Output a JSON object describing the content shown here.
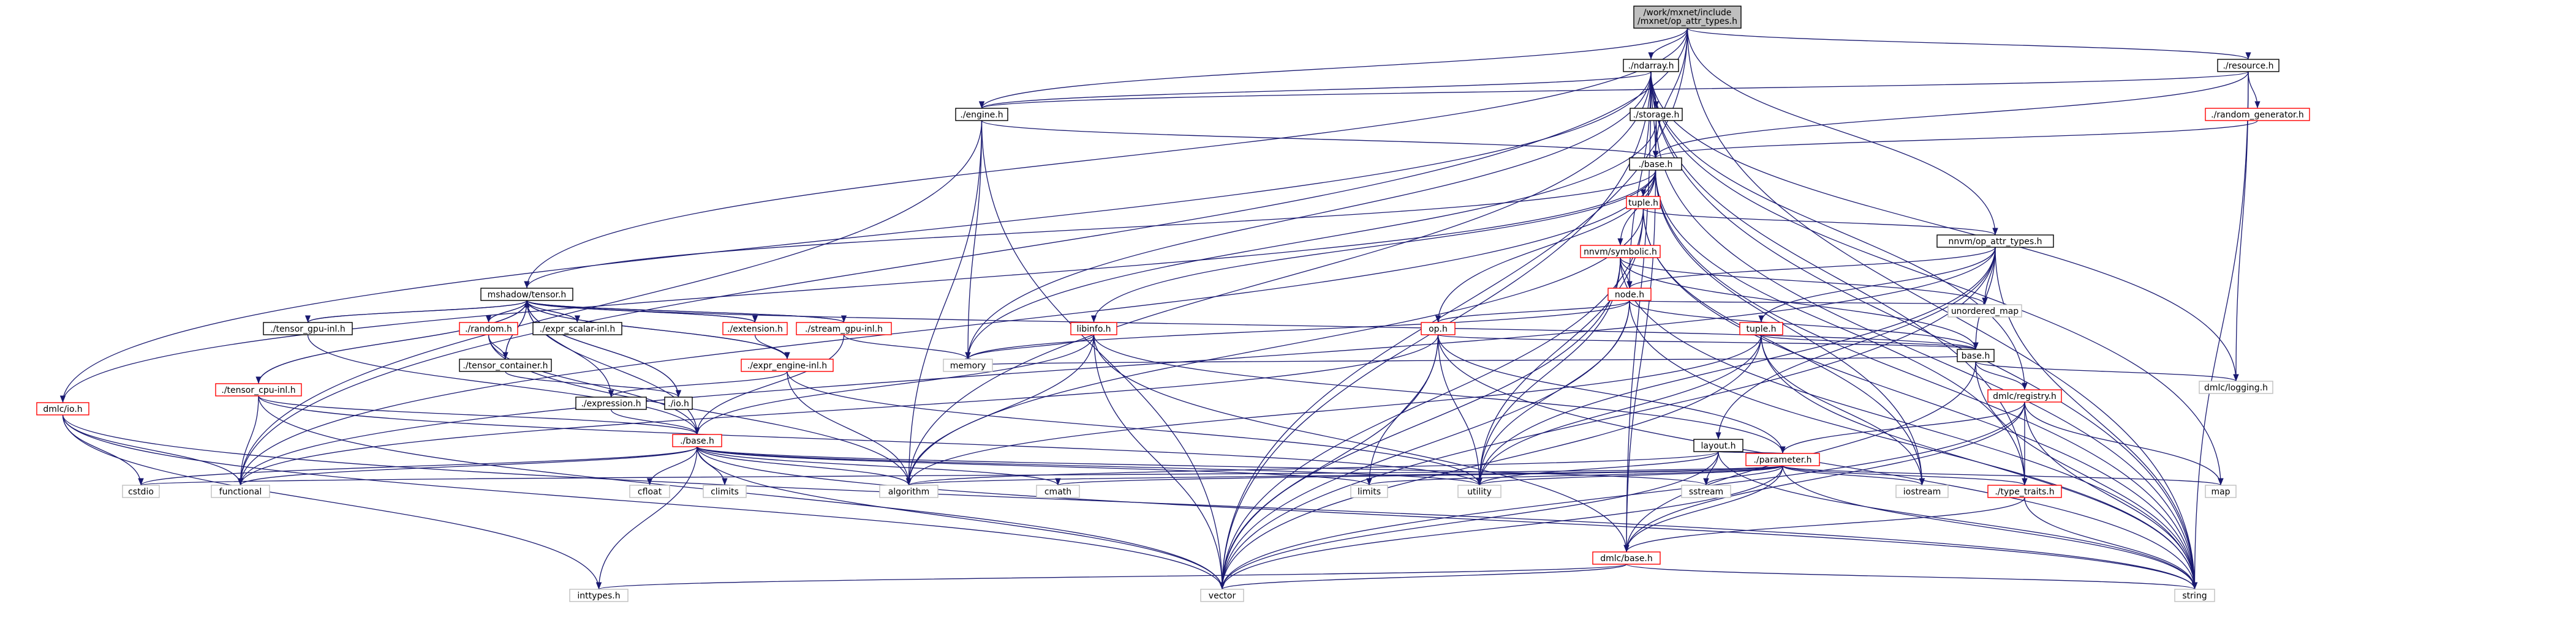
{
  "colors": {
    "edge": "#191970",
    "node_border_default": "#000000",
    "node_border_red": "#ff0000",
    "node_border_gray": "#bfbfbf",
    "root_fill": "#bfbfbf",
    "text": "#000000"
  },
  "nodes": [
    {
      "id": "root",
      "label": "/work/mxnet/include/mxnet/op_attr_types.h",
      "style": "root"
    },
    {
      "id": "ndarray",
      "label": "./ndarray.h",
      "style": "black"
    },
    {
      "id": "resource",
      "label": "./resource.h",
      "style": "black"
    },
    {
      "id": "engine",
      "label": "./engine.h",
      "style": "black"
    },
    {
      "id": "storage",
      "label": "./storage.h",
      "style": "black"
    },
    {
      "id": "random_generator",
      "label": "./random_generator.h",
      "style": "red"
    },
    {
      "id": "base_mx",
      "label": "./base.h",
      "style": "black"
    },
    {
      "id": "tuple_a",
      "label": "tuple.h",
      "style": "red"
    },
    {
      "id": "nnvm_symbolic",
      "label": "nnvm/symbolic.h",
      "style": "red"
    },
    {
      "id": "nnvm_op_attr",
      "label": "nnvm/op_attr_types.h",
      "style": "black"
    },
    {
      "id": "mshadow_tensor",
      "label": "mshadow/tensor.h",
      "style": "black"
    },
    {
      "id": "node",
      "label": "node.h",
      "style": "red"
    },
    {
      "id": "unordered_map",
      "label": "unordered_map",
      "style": "gray"
    },
    {
      "id": "tensor_gpu_inl",
      "label": "./tensor_gpu-inl.h",
      "style": "black"
    },
    {
      "id": "expr_scalar_inl",
      "label": "./expr_scalar-inl.h",
      "style": "black"
    },
    {
      "id": "random",
      "label": "./random.h",
      "style": "red"
    },
    {
      "id": "extension",
      "label": "./extension.h",
      "style": "red"
    },
    {
      "id": "stream_gpu_inl",
      "label": "./stream_gpu-inl.h",
      "style": "red"
    },
    {
      "id": "libinfo",
      "label": "libinfo.h",
      "style": "red"
    },
    {
      "id": "op",
      "label": "op.h",
      "style": "red"
    },
    {
      "id": "tuple_b",
      "label": "tuple.h",
      "style": "red"
    },
    {
      "id": "base_nnvm",
      "label": "base.h",
      "style": "black"
    },
    {
      "id": "tensor_container",
      "label": "./tensor_container.h",
      "style": "black"
    },
    {
      "id": "expr_engine_inl",
      "label": "./expr_engine-inl.h",
      "style": "red"
    },
    {
      "id": "memory",
      "label": "memory",
      "style": "gray"
    },
    {
      "id": "io",
      "label": "./io.h",
      "style": "black"
    },
    {
      "id": "expression",
      "label": "./expression.h",
      "style": "black"
    },
    {
      "id": "tensor_cpu_inl",
      "label": "./tensor_cpu-inl.h",
      "style": "red"
    },
    {
      "id": "dmlc_io",
      "label": "dmlc/io.h",
      "style": "red"
    },
    {
      "id": "dmlc_registry",
      "label": "dmlc/registry.h",
      "style": "red"
    },
    {
      "id": "dmlc_logging",
      "label": "dmlc/logging.h",
      "style": "gray"
    },
    {
      "id": "layout",
      "label": "layout.h",
      "style": "black"
    },
    {
      "id": "base_msh",
      "label": "./base.h",
      "style": "red"
    },
    {
      "id": "parameter",
      "label": "./parameter.h",
      "style": "red"
    },
    {
      "id": "cstdio",
      "label": "cstdio",
      "style": "gray"
    },
    {
      "id": "functional",
      "label": "functional",
      "style": "gray"
    },
    {
      "id": "cfloat",
      "label": "cfloat",
      "style": "gray"
    },
    {
      "id": "climits",
      "label": "climits",
      "style": "gray"
    },
    {
      "id": "algorithm",
      "label": "algorithm",
      "style": "gray"
    },
    {
      "id": "cmath",
      "label": "cmath",
      "style": "gray"
    },
    {
      "id": "limits",
      "label": "limits",
      "style": "gray"
    },
    {
      "id": "utility",
      "label": "utility",
      "style": "gray"
    },
    {
      "id": "sstream",
      "label": "sstream",
      "style": "gray"
    },
    {
      "id": "iostream",
      "label": "iostream",
      "style": "gray"
    },
    {
      "id": "type_traits",
      "label": "./type_traits.h",
      "style": "red"
    },
    {
      "id": "map",
      "label": "map",
      "style": "gray"
    },
    {
      "id": "dmlc_base",
      "label": "dmlc/base.h",
      "style": "red"
    },
    {
      "id": "inttypes",
      "label": "inttypes.h",
      "style": "gray"
    },
    {
      "id": "vector",
      "label": "vector",
      "style": "gray"
    },
    {
      "id": "string",
      "label": "string",
      "style": "gray"
    }
  ],
  "edges": [
    [
      "root",
      "ndarray"
    ],
    [
      "root",
      "resource"
    ],
    [
      "root",
      "engine"
    ],
    [
      "root",
      "base_mx"
    ],
    [
      "root",
      "mshadow_tensor"
    ],
    [
      "root",
      "nnvm_op_attr"
    ],
    [
      "root",
      "vector"
    ],
    [
      "root",
      "string"
    ],
    [
      "root",
      "functional"
    ],
    [
      "ndarray",
      "engine"
    ],
    [
      "ndarray",
      "storage"
    ],
    [
      "ndarray",
      "base_mx"
    ],
    [
      "ndarray",
      "node"
    ],
    [
      "ndarray",
      "dmlc_registry"
    ],
    [
      "ndarray",
      "dmlc_logging"
    ],
    [
      "ndarray",
      "dmlc_io"
    ],
    [
      "ndarray",
      "memory"
    ],
    [
      "ndarray",
      "algorithm"
    ],
    [
      "ndarray",
      "map"
    ],
    [
      "ndarray",
      "string"
    ],
    [
      "ndarray",
      "vector"
    ],
    [
      "ndarray",
      "type_traits"
    ],
    [
      "ndarray",
      "dmlc_base"
    ],
    [
      "resource",
      "random_generator"
    ],
    [
      "resource",
      "engine"
    ],
    [
      "resource",
      "base_mx"
    ],
    [
      "resource",
      "dmlc_logging"
    ],
    [
      "resource",
      "string"
    ],
    [
      "random_generator",
      "base_mx"
    ],
    [
      "engine",
      "base_mx"
    ],
    [
      "engine",
      "memory"
    ],
    [
      "engine",
      "algorithm"
    ],
    [
      "engine",
      "vector"
    ],
    [
      "engine",
      "functional"
    ],
    [
      "storage",
      "base_mx"
    ],
    [
      "storage",
      "memory"
    ],
    [
      "storage",
      "string"
    ],
    [
      "base_mx",
      "tuple_a"
    ],
    [
      "base_mx",
      "nnvm_symbolic"
    ],
    [
      "base_mx",
      "op"
    ],
    [
      "base_mx",
      "mshadow_tensor"
    ],
    [
      "base_mx",
      "libinfo"
    ],
    [
      "base_mx",
      "dmlc_base"
    ],
    [
      "base_mx",
      "dmlc_io"
    ],
    [
      "base_mx",
      "type_traits"
    ],
    [
      "base_mx",
      "string"
    ],
    [
      "base_mx",
      "functional"
    ],
    [
      "base_mx",
      "iostream"
    ],
    [
      "tuple_a",
      "nnvm_op_attr"
    ],
    [
      "tuple_a",
      "vector"
    ],
    [
      "tuple_a",
      "utility"
    ],
    [
      "tuple_a",
      "algorithm"
    ],
    [
      "tuple_a",
      "iostream"
    ],
    [
      "tuple_a",
      "string"
    ],
    [
      "nnvm_symbolic",
      "node"
    ],
    [
      "nnvm_symbolic",
      "base_nnvm"
    ],
    [
      "nnvm_symbolic",
      "vector"
    ],
    [
      "nnvm_symbolic",
      "utility"
    ],
    [
      "nnvm_symbolic",
      "string"
    ],
    [
      "nnvm_symbolic",
      "unordered_map"
    ],
    [
      "nnvm_op_attr",
      "node"
    ],
    [
      "nnvm_op_attr",
      "tuple_b"
    ],
    [
      "nnvm_op_attr",
      "layout"
    ],
    [
      "nnvm_op_attr",
      "base_nnvm"
    ],
    [
      "nnvm_op_attr",
      "unordered_map"
    ],
    [
      "nnvm_op_attr",
      "vector"
    ],
    [
      "nnvm_op_attr",
      "utility"
    ],
    [
      "nnvm_op_attr",
      "string"
    ],
    [
      "nnvm_op_attr",
      "functional"
    ],
    [
      "node",
      "op"
    ],
    [
      "node",
      "base_nnvm"
    ],
    [
      "node",
      "memory"
    ],
    [
      "node",
      "vector"
    ],
    [
      "node",
      "utility"
    ],
    [
      "node",
      "string"
    ],
    [
      "node",
      "unordered_map"
    ],
    [
      "op",
      "base_nnvm"
    ],
    [
      "op",
      "parameter"
    ],
    [
      "op",
      "vector"
    ],
    [
      "op",
      "utility"
    ],
    [
      "op",
      "string"
    ],
    [
      "op",
      "limits"
    ],
    [
      "op",
      "functional"
    ],
    [
      "op",
      "typeinfo"
    ],
    [
      "tuple_b",
      "base_nnvm"
    ],
    [
      "tuple_b",
      "vector"
    ],
    [
      "tuple_b",
      "utility"
    ],
    [
      "tuple_b",
      "algorithm"
    ],
    [
      "tuple_b",
      "iostream"
    ],
    [
      "tuple_b",
      "string"
    ],
    [
      "layout",
      "parameter"
    ],
    [
      "layout",
      "vector"
    ],
    [
      "layout",
      "utility"
    ],
    [
      "layout",
      "algorithm"
    ],
    [
      "layout",
      "string"
    ],
    [
      "layout",
      "sstream"
    ],
    [
      "base_nnvm",
      "dmlc_base"
    ],
    [
      "base_nnvm",
      "dmlc_registry"
    ],
    [
      "base_nnvm",
      "dmlc_logging"
    ],
    [
      "base_nnvm",
      "memory"
    ],
    [
      "base_nnvm",
      "string"
    ],
    [
      "dmlc_registry",
      "parameter"
    ],
    [
      "dmlc_registry",
      "type_traits"
    ],
    [
      "dmlc_registry",
      "dmlc_base"
    ],
    [
      "dmlc_registry",
      "map"
    ],
    [
      "dmlc_registry",
      "vector"
    ],
    [
      "dmlc_registry",
      "string"
    ],
    [
      "parameter",
      "dmlc_base"
    ],
    [
      "parameter",
      "type_traits"
    ],
    [
      "parameter",
      "cstdio"
    ],
    [
      "parameter",
      "cmath"
    ],
    [
      "parameter",
      "map"
    ],
    [
      "parameter",
      "limits"
    ],
    [
      "parameter",
      "utility"
    ],
    [
      "parameter",
      "sstream"
    ],
    [
      "parameter",
      "iostream"
    ],
    [
      "parameter",
      "algorithm"
    ],
    [
      "parameter",
      "vector"
    ],
    [
      "parameter",
      "string"
    ],
    [
      "type_traits",
      "dmlc_base"
    ],
    [
      "type_traits",
      "string"
    ],
    [
      "dmlc_base",
      "inttypes"
    ],
    [
      "dmlc_base",
      "vector"
    ],
    [
      "dmlc_base",
      "string"
    ],
    [
      "mshadow_tensor",
      "base_msh"
    ],
    [
      "mshadow_tensor",
      "expression"
    ],
    [
      "mshadow_tensor",
      "tensor_cpu_inl"
    ],
    [
      "mshadow_tensor",
      "tensor_gpu_inl"
    ],
    [
      "mshadow_tensor",
      "io"
    ],
    [
      "mshadow_tensor",
      "tensor_container"
    ],
    [
      "mshadow_tensor",
      "random"
    ],
    [
      "mshadow_tensor",
      "expr_engine_inl"
    ],
    [
      "mshadow_tensor",
      "extension"
    ],
    [
      "mshadow_tensor",
      "expr_scalar_inl"
    ],
    [
      "mshadow_tensor",
      "stream_gpu_inl"
    ],
    [
      "mshadow_tensor",
      "base_nnvm"
    ],
    [
      "tensor_gpu_inl",
      "mshadow_tensor"
    ],
    [
      "tensor_gpu_inl",
      "base_msh"
    ],
    [
      "expr_scalar_inl",
      "mshadow_tensor"
    ],
    [
      "random",
      "mshadow_tensor"
    ],
    [
      "random",
      "tensor_container"
    ],
    [
      "random",
      "base_msh"
    ],
    [
      "random",
      "algorithm"
    ],
    [
      "extension",
      "mshadow_tensor"
    ],
    [
      "extension",
      "expr_engine_inl"
    ],
    [
      "stream_gpu_inl",
      "mshadow_tensor"
    ],
    [
      "stream_gpu_inl",
      "base_msh"
    ],
    [
      "stream_gpu_inl",
      "memory"
    ],
    [
      "tensor_container",
      "mshadow_tensor"
    ],
    [
      "tensor_container",
      "io"
    ],
    [
      "expr_engine_inl",
      "mshadow_tensor"
    ],
    [
      "expr_engine_inl",
      "expression"
    ],
    [
      "expr_engine_inl",
      "algorithm"
    ],
    [
      "expr_engine_inl",
      "utility"
    ],
    [
      "io",
      "mshadow_tensor"
    ],
    [
      "expression",
      "base_msh"
    ],
    [
      "tensor_cpu_inl",
      "mshadow_tensor"
    ],
    [
      "tensor_cpu_inl",
      "base_msh"
    ],
    [
      "tensor_cpu_inl",
      "functional"
    ],
    [
      "tensor_cpu_inl",
      "vector"
    ],
    [
      "tensor_cpu_inl",
      "utility"
    ],
    [
      "libinfo",
      "base_msh"
    ],
    [
      "libinfo",
      "dmlc_base"
    ],
    [
      "libinfo",
      "memory"
    ],
    [
      "libinfo",
      "vector"
    ],
    [
      "libinfo",
      "parameter"
    ],
    [
      "libinfo",
      "algorithm"
    ],
    [
      "base_msh",
      "cstdio"
    ],
    [
      "base_msh",
      "cfloat"
    ],
    [
      "base_msh",
      "climits"
    ],
    [
      "base_msh",
      "algorithm"
    ],
    [
      "base_msh",
      "functional"
    ],
    [
      "base_msh",
      "sstream"
    ],
    [
      "base_msh",
      "string"
    ],
    [
      "base_msh",
      "cmath"
    ],
    [
      "base_msh",
      "limits"
    ],
    [
      "base_msh",
      "inttypes"
    ],
    [
      "base_msh",
      "vector"
    ],
    [
      "base_msh",
      "utility"
    ],
    [
      "dmlc_io",
      "cstdio"
    ],
    [
      "dmlc_io",
      "inttypes"
    ],
    [
      "dmlc_io",
      "vector"
    ],
    [
      "dmlc_io",
      "string"
    ],
    [
      "dmlc_io",
      "functional"
    ]
  ]
}
